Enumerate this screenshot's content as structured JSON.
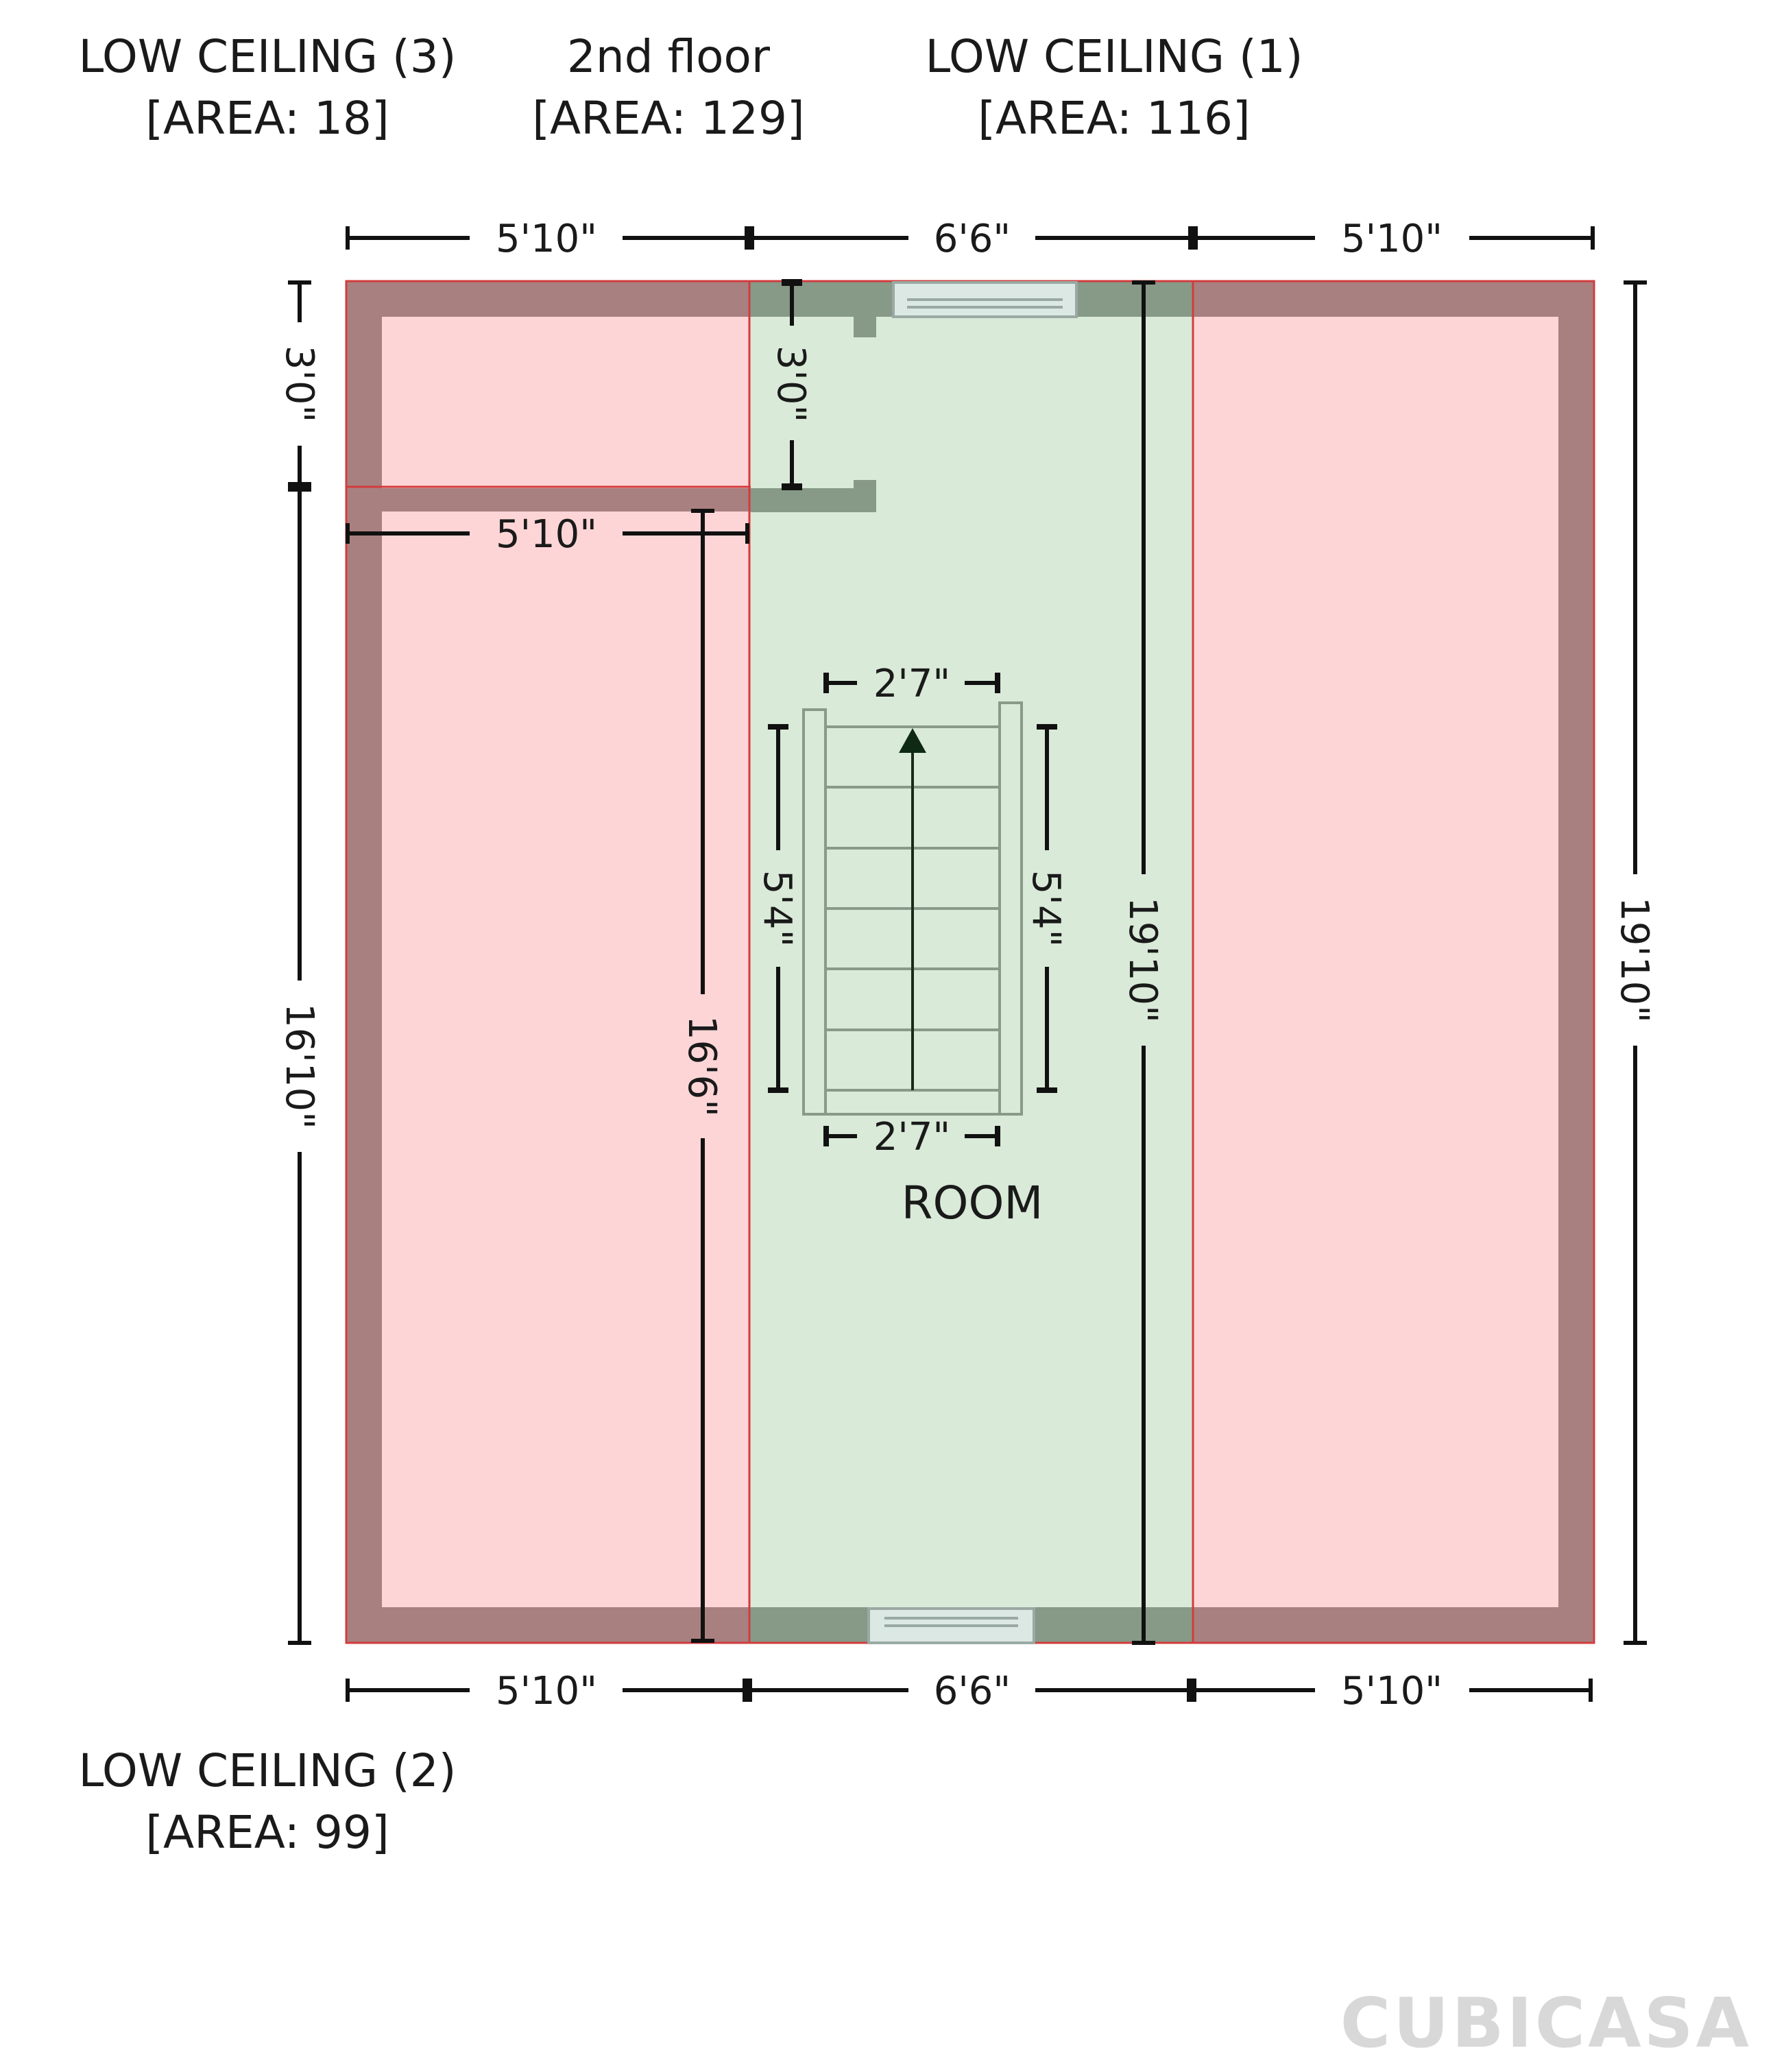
{
  "rooms": {
    "low_ceiling_3": {
      "name": "LOW CEILING (3)",
      "area": "[AREA: 18]"
    },
    "second_floor": {
      "name": "2nd floor",
      "area": "[AREA: 129]"
    },
    "low_ceiling_1": {
      "name": "LOW CEILING (1)",
      "area": "[AREA: 116]"
    },
    "low_ceiling_2": {
      "name": "LOW CEILING (2)",
      "area": "[AREA: 99]"
    },
    "room": {
      "name": "ROOM"
    }
  },
  "dimensions": {
    "top_left": "5'10\"",
    "top_middle": "6'6\"",
    "top_right": "5'10\"",
    "bottom_left": "5'10\"",
    "bottom_middle": "6'6\"",
    "bottom_right": "5'10\"",
    "left_upper": "3'0\"",
    "left_lower": "16'10\"",
    "right_total": "19'10\"",
    "closet_height": "3'0\"",
    "inner_width": "5'10\"",
    "inner_height": "16'6\"",
    "center_height": "19'10\"",
    "stair_top_width": "2'7\"",
    "stair_bottom_width": "2'7\"",
    "stair_left_length": "5'4\"",
    "stair_right_length": "5'4\""
  },
  "colors": {
    "low_ceiling_fill": "#fdd5d7",
    "room_fill": "#d9ead8",
    "wall_low_ceiling": "#a98080",
    "wall_room": "#869a87",
    "divider": "#d23c3c"
  },
  "brand": {
    "logo": "CUBICASA"
  }
}
